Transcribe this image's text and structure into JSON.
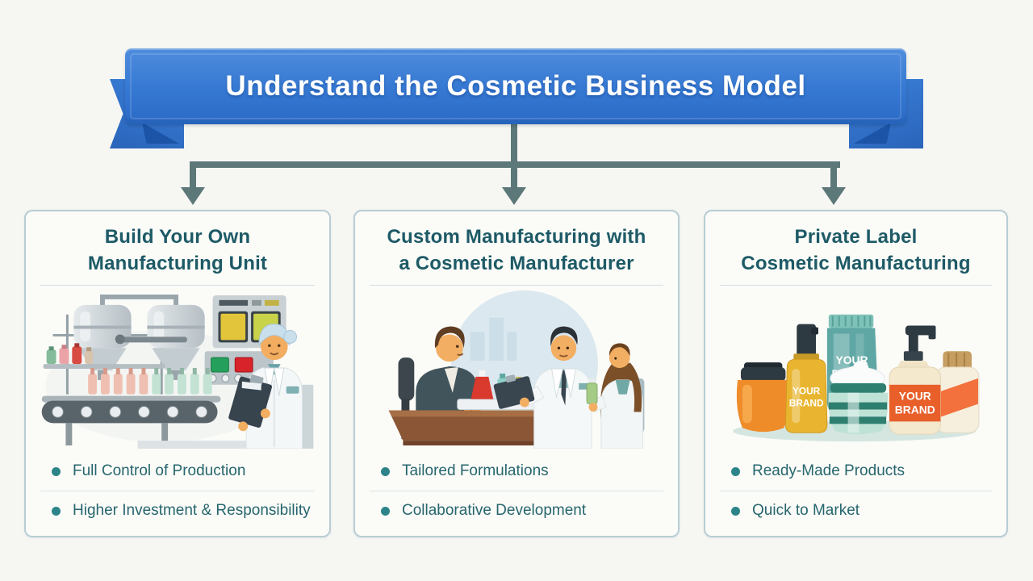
{
  "banner": {
    "title": "Understand the Cosmetic Business Model",
    "ribbon_color": "#3578d2",
    "ribbon_fold_color": "#1c55a8",
    "text_color": "#ffffff"
  },
  "connector": {
    "color": "#5d7878",
    "branch_count": 3
  },
  "cards": [
    {
      "title_lines": [
        "Build Your Own",
        "Manufacturing Unit"
      ],
      "illustration": "factory-worker-conveyor-illustration",
      "bullets": [
        "Full Control of Production",
        "Higher Investment & Responsibility"
      ]
    },
    {
      "title_lines": [
        "Custom Manufacturing with",
        "a Cosmetic Manufacturer"
      ],
      "illustration": "client-meeting-scientists-illustration",
      "bullets": [
        "Tailored Formulations",
        "Collaborative Development"
      ]
    },
    {
      "title_lines": [
        "Private Label",
        "Cosmetic Manufacturing"
      ],
      "illustration": "private-label-products-illustration",
      "bullets": [
        "Ready-Made Products",
        "Quick to Market"
      ]
    }
  ],
  "product_labels": {
    "your": "YOUR",
    "brand": "BRAND"
  },
  "colors": {
    "page_background": "#f6f6f3",
    "card_background": "#fbfbf8",
    "card_border": "#b7cdd4",
    "title_teal": "#1d5a66",
    "bullet_text_teal": "#26666d",
    "bullet_dot_teal": "#2c8489"
  }
}
